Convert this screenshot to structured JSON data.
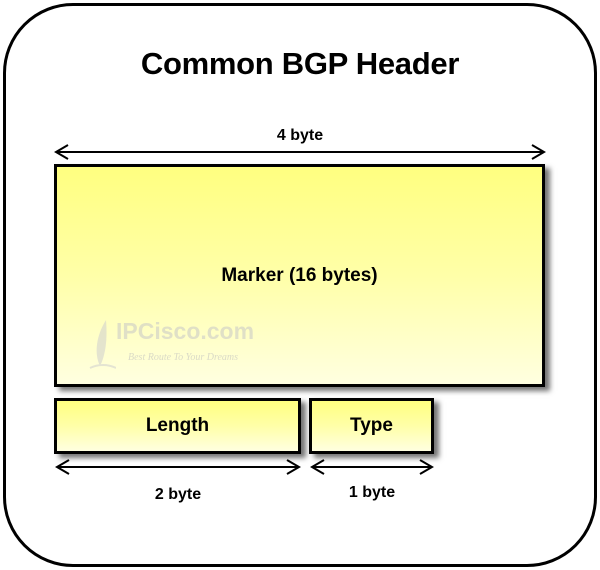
{
  "title": "Common BGP Header",
  "marker": {
    "label": "Marker (16 bytes)",
    "width_label": "4 byte"
  },
  "length": {
    "label": "Length",
    "width_label": "2 byte"
  },
  "type": {
    "label": "Type",
    "width_label": "1 byte"
  },
  "watermark": {
    "name": "IPCisco.com",
    "slogan": "Best Route To Your Dreams"
  },
  "colors": {
    "box_fill_top": "#ffff80",
    "box_fill_bottom": "#ffffe0",
    "border": "#000000"
  }
}
